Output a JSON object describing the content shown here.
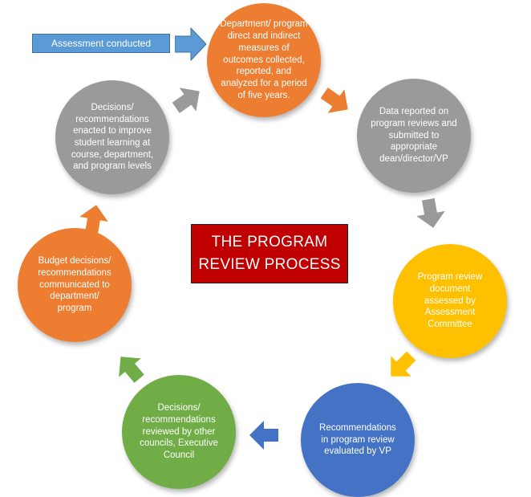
{
  "start": {
    "label": "Assessment conducted",
    "color": "#5b9bd5"
  },
  "title": {
    "line1": "THE PROGRAM",
    "line2": "REVIEW PROCESS",
    "color": "#c00000"
  },
  "steps": [
    {
      "text": "Department/ program direct and indirect measures of outcomes collected, reported, and analyzed for a period of five years.",
      "color": "#ed7d31"
    },
    {
      "text": "Data reported on program reviews and submitted to appropriate dean/director/VP",
      "color": "#9a9a9a"
    },
    {
      "text": "Program review document assessed by Assessment Committee",
      "color": "#ffc000"
    },
    {
      "text": "Recommendations in program review evaluated by VP",
      "color": "#4472c4"
    },
    {
      "text": "Decisions/ recommendations reviewed by other councils, Executive Council",
      "color": "#70ad47"
    },
    {
      "text": "Budget decisions/ recommendations communicated to department/ program",
      "color": "#ed7d31"
    },
    {
      "text": "Decisions/ recommendations enacted to improve student learning at course, department, and program levels",
      "color": "#9a9a9a"
    }
  ],
  "arrows": [
    {
      "icon": "arrow-icon",
      "color": "#ed7d31"
    },
    {
      "icon": "arrow-icon",
      "color": "#9a9a9a"
    },
    {
      "icon": "arrow-icon",
      "color": "#ffc000"
    },
    {
      "icon": "arrow-icon",
      "color": "#4472c4"
    },
    {
      "icon": "arrow-icon",
      "color": "#70ad47"
    },
    {
      "icon": "arrow-icon",
      "color": "#ed7d31"
    },
    {
      "icon": "arrow-icon",
      "color": "#9a9a9a"
    }
  ]
}
